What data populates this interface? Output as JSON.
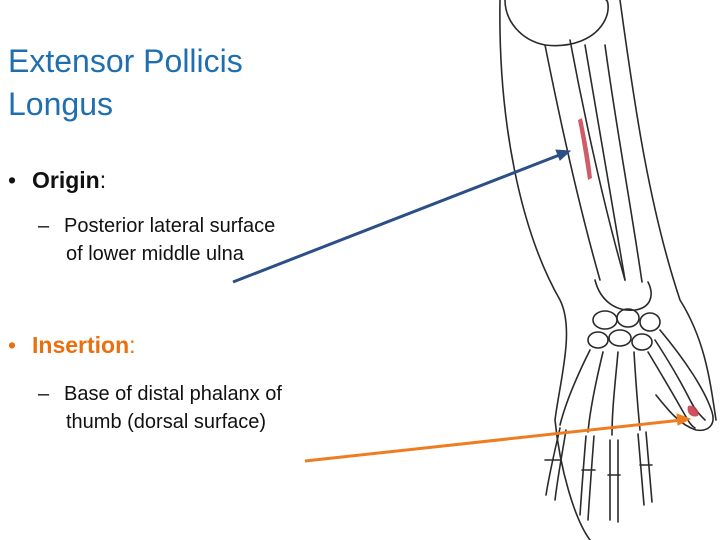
{
  "slide": {
    "title": {
      "line1": "Extensor Pollicis",
      "line2": "Longus"
    },
    "origin": {
      "bullet": "•",
      "keyword": "Origin",
      "colon": ":",
      "dash": "–",
      "detail_line1": "Posterior lateral surface",
      "detail_line2": "of lower middle ulna"
    },
    "insertion": {
      "bullet": "•",
      "keyword": "Insertion",
      "colon": ":",
      "dash": "–",
      "detail_line1": "Base of distal phalanx of",
      "detail_line2": "thumb (dorsal surface)"
    }
  },
  "colors": {
    "title": "#1f6fb0",
    "origin_arrow": "#2c4f86",
    "insertion_keyword": "#e8700f",
    "insertion_arrow": "#ee7d22",
    "muscle_highlight": "#c8404f",
    "bone_outline": "#2a2a2a"
  }
}
